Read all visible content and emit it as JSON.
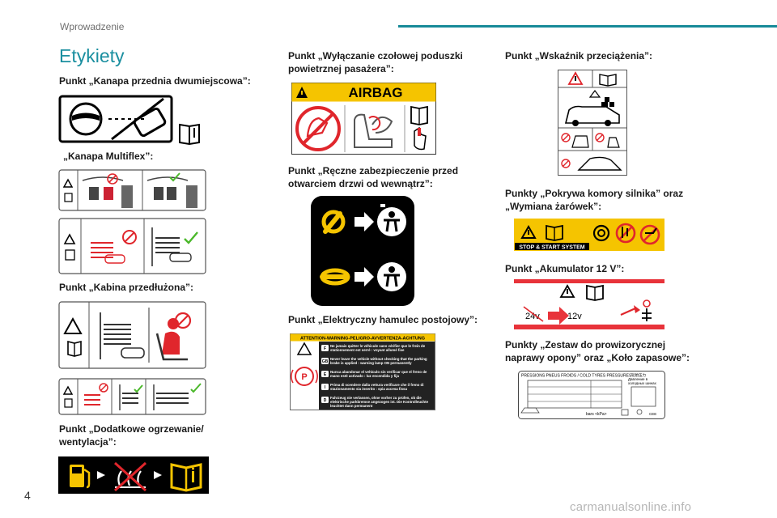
{
  "header": {
    "section": "Wprowadzenie"
  },
  "page": {
    "title": "Etykiety",
    "number": "4"
  },
  "watermark": "carmanualsonline.info",
  "col1": {
    "bench": "Punkt „Kanapa przednia dwumiejscowa”:",
    "multiflex": "„Kanapa Multiflex”:",
    "cab": "Punkt „Kabina przedłużona”:",
    "heating_line1": "Punkt „Dodatkowe ogrzewanie/",
    "heating_line2": "wentylacja”:"
  },
  "col2": {
    "airbag_line1": "Punkt „Wyłączanie czołowej poduszki",
    "airbag_line2": "powietrznej pasażera”:",
    "airbag_label": "AIRBAG",
    "childlock_line1": "Punkt „Ręczne zabezpieczenie przed",
    "childlock_line2": "otwarciem drzwi od wewnątrz”:",
    "parking": "Punkt „Elektryczny hamulec postojowy”:",
    "parking_label": {
      "header": "ATTENTION-WARNING-PELIGRO-AVVERTENZA-ACHTUNG",
      "rows": [
        {
          "code": "F",
          "text": "Ne jamais quitter le véhicule sans vérifier que le frein de stationnement est serré : voyant allumé fixe"
        },
        {
          "code": "GB",
          "text": "Never leave the vehicle without checking that the parking brake is applied : warning lamp ON permanently"
        },
        {
          "code": "E",
          "text": "Nunca abandonar el vehículo sin verificar que el freno de mano esté activado : luz encendida y fija"
        },
        {
          "code": "I",
          "text": "Prima di scendere dalla vettura verificare che il freno di stazionamento sia inserito : spia accesa fissa"
        },
        {
          "code": "D",
          "text": "Fahrzeug nie verlassen, ohne vorher zu prüfen, ob die elektrische parkbremse angezogen ist. Die Kontrolleuchte leuchtet dann permanent"
        }
      ]
    }
  },
  "col3": {
    "overload": "Punkt „Wskaźnik przeciążenia”:",
    "bonnet_line1": "Punkty „Pokrywa komory silnika” oraz",
    "bonnet_line2": "„Wymiana żarówek”:",
    "stop_start_label": "STOP & START SYSTEM",
    "battery": "Punkt „Akumulator 12 V”:",
    "battery_24v": "24v",
    "battery_12v": "12v",
    "tyre_line1": "Punkty „Zestaw do prowizorycznej",
    "tyre_line2": "naprawy opony” oraz „Koło zapasowe”:",
    "tyre_label": {
      "header": "PRESSIONS PNEUS FROIDS / COLD TYRES PRESSURES",
      "units": "bars  <kPa>"
    }
  },
  "colors": {
    "accent": "#1b8fa0",
    "airbag_yellow": "#f5c400",
    "prohibition_red": "#e0262c",
    "ok_green": "#4bb82b",
    "battery_red": "#e8333a"
  }
}
